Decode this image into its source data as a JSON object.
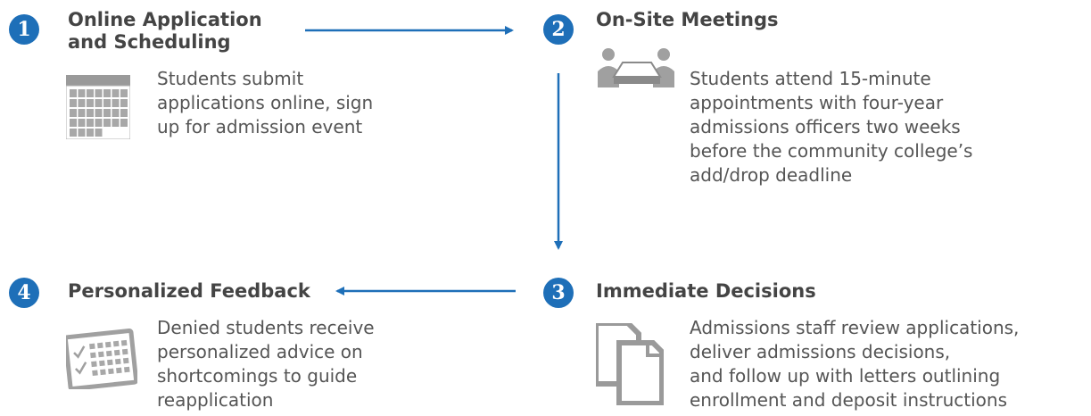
{
  "steps": [
    {
      "number": "1",
      "title_lines": [
        "Online Application",
        "and Scheduling"
      ],
      "body_lines": [
        "Students submit",
        "applications online, sign",
        "up for admission event"
      ],
      "icon": "calendar-icon"
    },
    {
      "number": "2",
      "title_lines": [
        "On-Site Meetings"
      ],
      "body_lines": [
        "Students attend 15-minute",
        "appointments with four-year",
        "admissions officers two weeks",
        "before the community college’s",
        "add/drop deadline"
      ],
      "icon": "meeting-table-icon"
    },
    {
      "number": "3",
      "title_lines": [
        "Immediate Decisions"
      ],
      "body_lines": [
        "Admissions staff review applications,",
        "deliver admissions decisions,",
        "and follow up with letters outlining",
        "enrollment and deposit instructions"
      ],
      "icon": "documents-icon"
    },
    {
      "number": "4",
      "title_lines": [
        "Personalized Feedback"
      ],
      "body_lines": [
        "Denied students receive",
        "personalized advice on",
        "shortcomings to guide",
        "reapplication"
      ],
      "icon": "checklist-calendar-icon"
    }
  ],
  "colors": {
    "accent": "#1e6fb8",
    "title": "#444444",
    "body": "#555555",
    "icon_gray": "#9a9a9a"
  }
}
